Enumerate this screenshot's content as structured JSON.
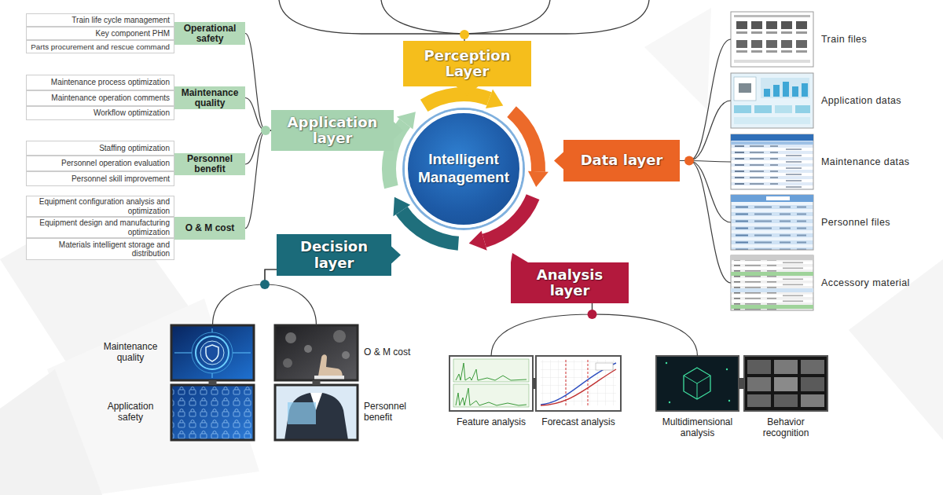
{
  "diagram": {
    "nodes": [
      {
        "text": [
          "Train life cycle management"
        ]
      },
      {
        "text": [
          "Key component PHM"
        ]
      },
      {
        "text": [
          "Parts procurement and rescue command"
        ]
      },
      {
        "text": [
          "Operational safety"
        ]
      },
      {
        "text": [
          "Maintenance process optimization"
        ]
      },
      {
        "text": [
          "Maintenance operation comments"
        ]
      },
      {
        "text": [
          "Workflow optimization"
        ]
      },
      {
        "text": [
          "Maintenance quality"
        ]
      },
      {
        "text": [
          "Staffing optimization"
        ]
      },
      {
        "text": [
          "Personnel operation evaluation"
        ]
      },
      {
        "text": [
          "Personnel skill improvement"
        ]
      },
      {
        "text": [
          "Personnel benefit"
        ]
      },
      {
        "text": [
          "Equipment configuration analysis and optimization"
        ]
      },
      {
        "text": [
          "Equipment design and manufacturing optimization"
        ]
      },
      {
        "text": [
          "Materials intelligent storage and distribution"
        ]
      },
      {
        "text": [
          "O & M cost"
        ]
      },
      {
        "text": [
          "Perception Layer"
        ]
      },
      {
        "text": [
          "Application layer"
        ]
      },
      {
        "text": [
          "Intelligent Management"
        ]
      },
      {
        "text": [
          "Data layer"
        ]
      },
      {
        "text": [
          "Decision layer"
        ]
      },
      {
        "text": [
          "Analysis layer"
        ]
      },
      {
        "text": [
          "Train files"
        ]
      },
      {
        "text": [
          "Application datas"
        ]
      },
      {
        "text": [
          "Maintenance datas"
        ]
      },
      {
        "text": [
          "Personnel files"
        ]
      },
      {
        "text": [
          "Accessory material"
        ]
      },
      {
        "text": [
          "Maintenance quality"
        ]
      },
      {
        "text": [
          "O & M cost"
        ]
      },
      {
        "text": [
          "Application safety"
        ]
      },
      {
        "text": [
          "Personnel benefit"
        ]
      },
      {
        "text": [
          "Feature analysis"
        ]
      },
      {
        "text": [
          "Forecast analysis"
        ]
      },
      {
        "text": [
          "Multidimensional analysis"
        ]
      },
      {
        "text": [
          "Behavior recognition"
        ]
      }
    ],
    "edges": [
      {
        "from": 17,
        "to": 3,
        "arrow": "none"
      },
      {
        "from": 17,
        "to": 7,
        "arrow": "none"
      },
      {
        "from": 17,
        "to": 11,
        "arrow": "none"
      },
      {
        "from": 17,
        "to": 15,
        "arrow": "none"
      },
      {
        "from": 19,
        "to": 22,
        "arrow": "none"
      },
      {
        "from": 19,
        "to": 23,
        "arrow": "none"
      },
      {
        "from": 19,
        "to": 24,
        "arrow": "none"
      },
      {
        "from": 19,
        "to": 25,
        "arrow": "none"
      },
      {
        "from": 19,
        "to": 26,
        "arrow": "none"
      },
      {
        "from": 20,
        "to": 27,
        "arrow": "none"
      },
      {
        "from": 20,
        "to": 28,
        "arrow": "none"
      },
      {
        "from": 21,
        "to": 31,
        "arrow": "none"
      },
      {
        "from": 21,
        "to": 33,
        "arrow": "none"
      },
      {
        "from": 27,
        "to": 29,
        "arrow": "none"
      },
      {
        "from": 28,
        "to": 30,
        "arrow": "none"
      },
      {
        "from": 31,
        "to": 32,
        "arrow": "none"
      },
      {
        "from": 33,
        "to": 34,
        "arrow": "none"
      }
    ]
  }
}
